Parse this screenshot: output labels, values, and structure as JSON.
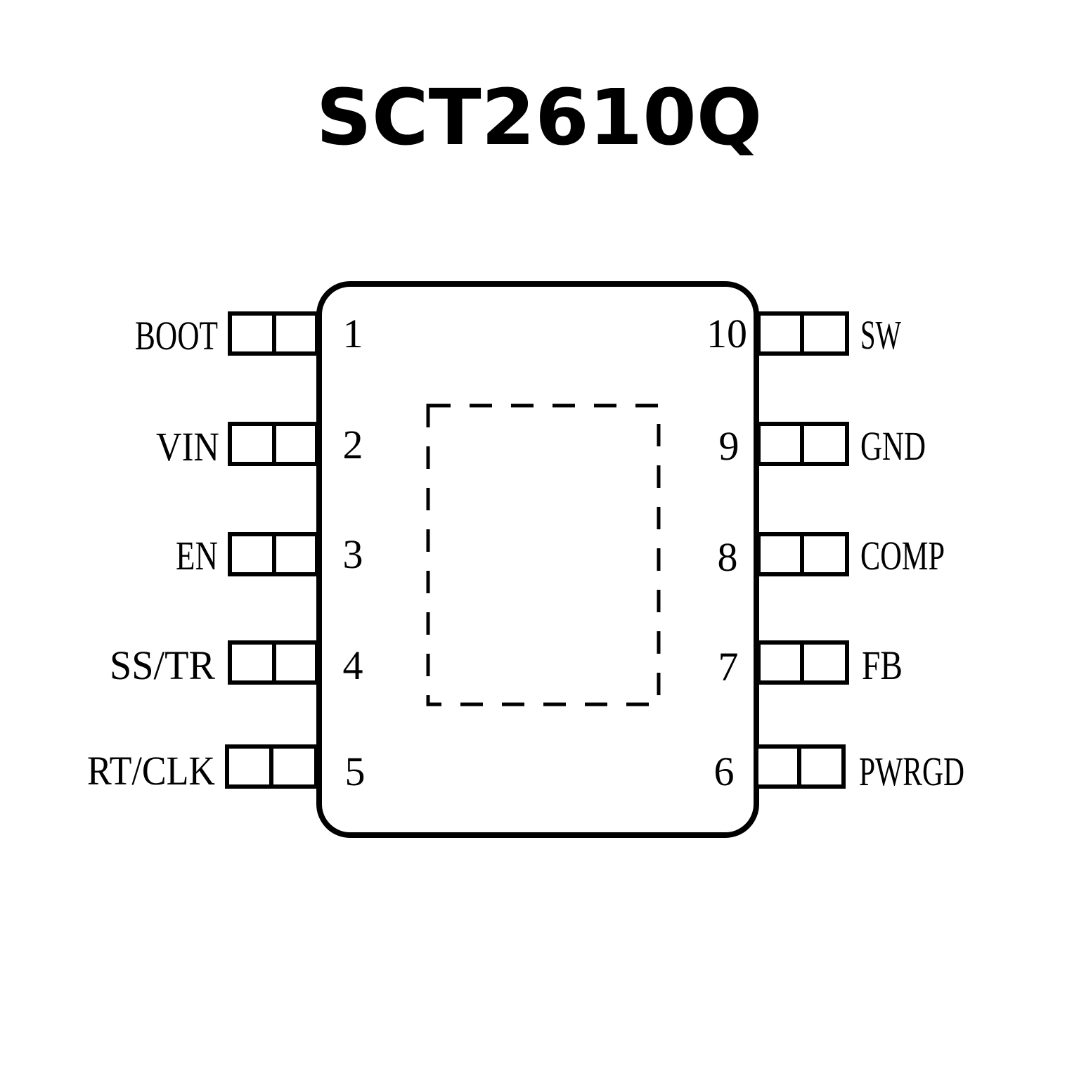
{
  "title": "SCT2610Q",
  "left_pins": [
    {
      "number": "1",
      "name": "BOOT"
    },
    {
      "number": "2",
      "name": "VIN"
    },
    {
      "number": "3",
      "name": "EN"
    },
    {
      "number": "4",
      "name": "SS/TR"
    },
    {
      "number": "5",
      "name": "RT/CLK"
    }
  ],
  "right_pins": [
    {
      "number": "10",
      "name": "SW"
    },
    {
      "number": "9",
      "name": "GND"
    },
    {
      "number": "8",
      "name": "COMP"
    },
    {
      "number": "7",
      "name": "FB"
    },
    {
      "number": "6",
      "name": "PWRGD"
    }
  ],
  "colors": {
    "stroke": "#000000",
    "background": "#ffffff"
  }
}
